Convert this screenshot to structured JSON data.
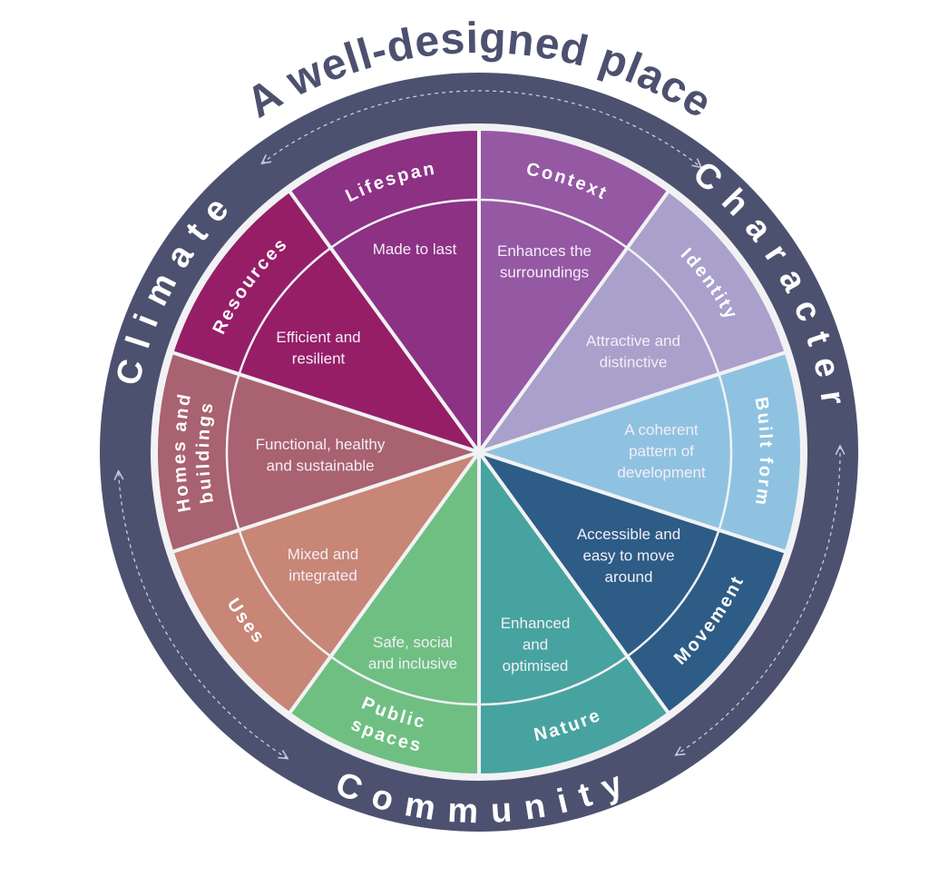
{
  "title": "A well-designed place",
  "colors": {
    "ring": "#4d5170",
    "dash": "#c9cbd8",
    "divider": "#f2f2f4"
  },
  "ring_labels": {
    "climate": "Climate",
    "character": "Character",
    "community": "Community"
  },
  "segments": [
    {
      "id": "context",
      "label": [
        "Context"
      ],
      "desc": [
        "Enhances the",
        "surroundings"
      ],
      "color": "#9558a3"
    },
    {
      "id": "identity",
      "label": [
        "Identity"
      ],
      "desc": [
        "Attractive and",
        "distinctive"
      ],
      "color": "#aaa0cc"
    },
    {
      "id": "built-form",
      "label": [
        "Built form"
      ],
      "desc": [
        "A coherent",
        "pattern of",
        "development"
      ],
      "color": "#8fc2e1"
    },
    {
      "id": "movement",
      "label": [
        "Movement"
      ],
      "desc": [
        "Accessible and",
        "easy to move",
        "around"
      ],
      "color": "#2d5c86"
    },
    {
      "id": "nature",
      "label": [
        "Nature"
      ],
      "desc": [
        "Enhanced",
        "and",
        "optimised"
      ],
      "color": "#47a39f"
    },
    {
      "id": "public-spaces",
      "label": [
        "Public",
        "spaces"
      ],
      "desc": [
        "Safe, social",
        "and inclusive"
      ],
      "color": "#6fbf83"
    },
    {
      "id": "uses",
      "label": [
        "Uses"
      ],
      "desc": [
        "Mixed and",
        "integrated"
      ],
      "color": "#c78676"
    },
    {
      "id": "homes-and-buildings",
      "label": [
        "Homes and",
        "buildings"
      ],
      "desc": [
        "Functional, healthy",
        "and sustainable"
      ],
      "color": "#a9626f"
    },
    {
      "id": "resources",
      "label": [
        "Resources"
      ],
      "desc": [
        "Efficient and",
        "resilient"
      ],
      "color": "#961e67"
    },
    {
      "id": "lifespan",
      "label": [
        "Lifespan"
      ],
      "desc": [
        "Made to last"
      ],
      "color": "#8c3184"
    }
  ]
}
